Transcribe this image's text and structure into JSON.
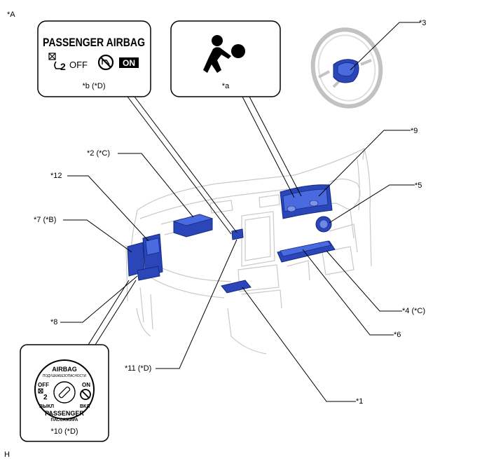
{
  "figure": {
    "view_label": "*A",
    "footer_label": "H"
  },
  "callouts": {
    "c1": "*1",
    "c2": "*2 (*C)",
    "c3": "*3",
    "c4": "*4 (*C)",
    "c5": "*5",
    "c6": "*6",
    "c7": "*7 (*B)",
    "c8": "*8",
    "c9": "*9",
    "c10": "*10 (*D)",
    "c11": "*11 (*D)",
    "c12": "*12"
  },
  "insets": {
    "indicator": {
      "title": "PASSENGER AIRBAG",
      "off_text": "OFF",
      "on_text": "ON",
      "caption": "*b (*D)"
    },
    "warning": {
      "caption": "*a"
    },
    "key_switch": {
      "top_title": "AIRBAG",
      "top_subtitle": "ПОДУШКАБЕЗОПАСНОСТИ",
      "off_text": "OFF",
      "off_ru": "ВЫКЛ",
      "on_text": "ON",
      "on_ru": "ВКЛ",
      "bottom_title": "PASSENGER",
      "bottom_subtitle": "ПАССАЖИРА"
    }
  },
  "colors": {
    "part_fill": "#2a46b8",
    "outline": "#c9c9c9"
  }
}
